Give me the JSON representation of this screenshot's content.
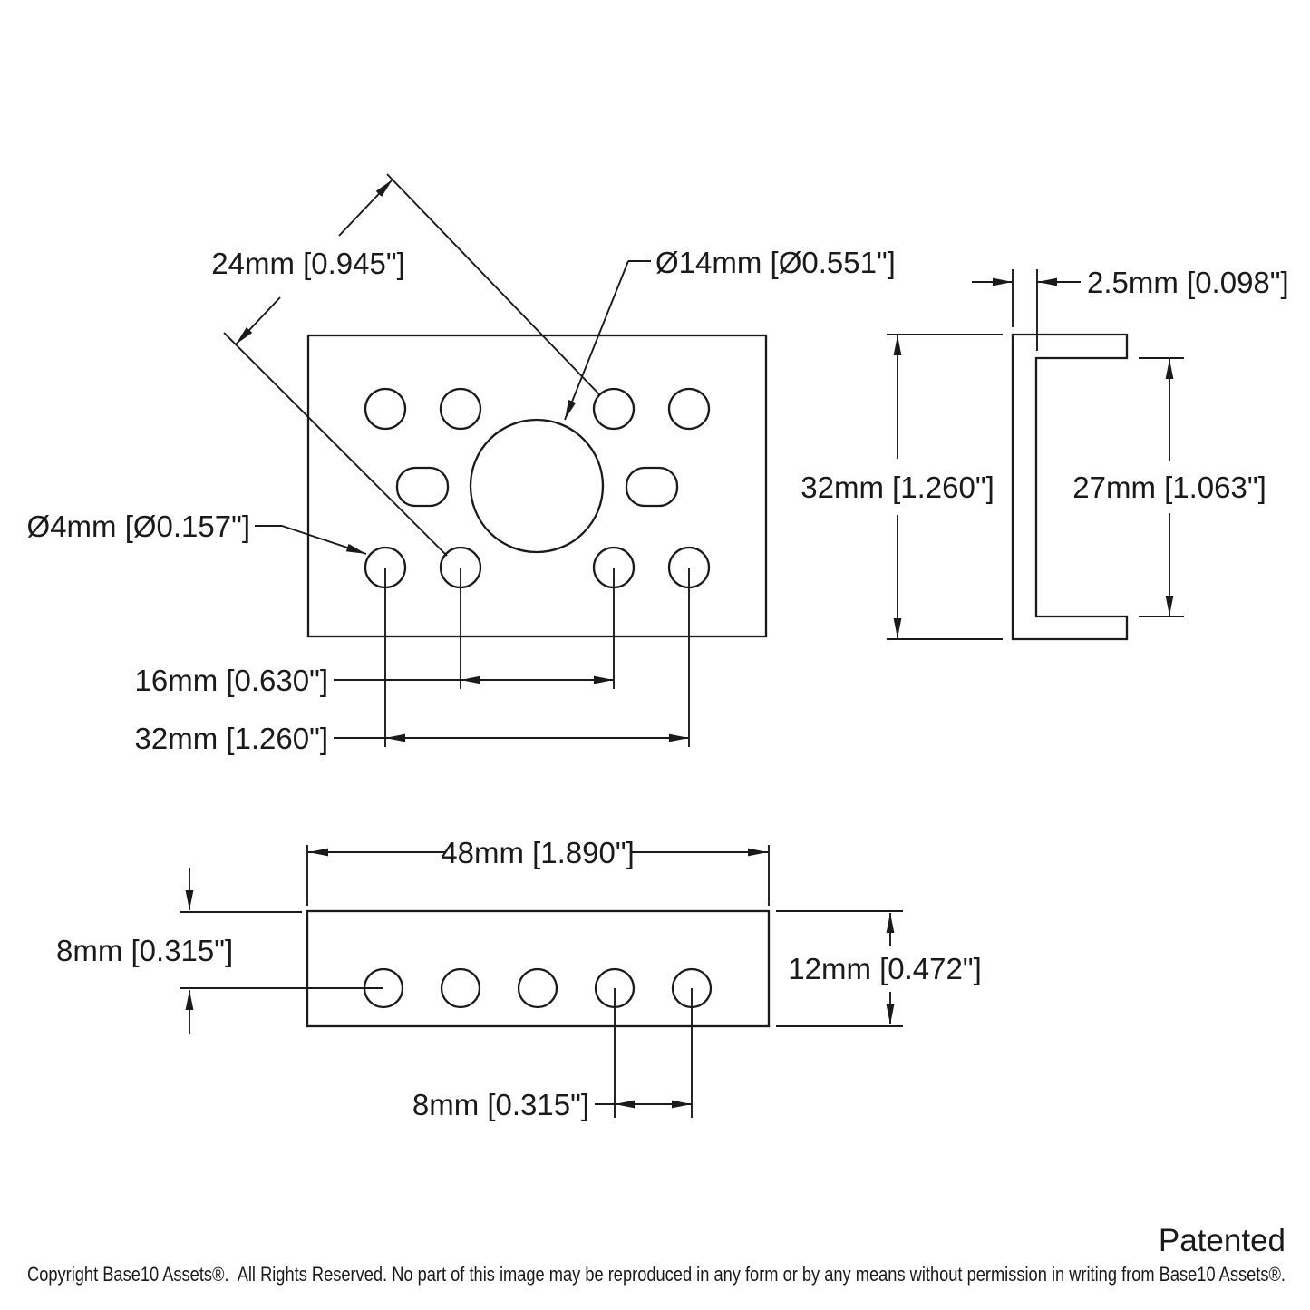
{
  "front": {
    "dim_diagonal": "24mm [0.945\"]",
    "dim_center_bore": "Ø14mm [Ø0.551\"]",
    "dim_small_holes": "Ø4mm [Ø0.157\"]",
    "dim_hole_pitch_inner": "16mm [0.630\"]",
    "dim_hole_pitch_outer": "32mm [1.260\"]"
  },
  "side": {
    "dim_wall_thickness": "2.5mm [0.098\"]",
    "dim_outer_height": "32mm [1.260\"]",
    "dim_inner_height": "27mm [1.063\"]"
  },
  "bottom": {
    "dim_length": "48mm [1.890\"]",
    "dim_edge_to_hole": "8mm [0.315\"]",
    "dim_height": "12mm [0.472\"]",
    "dim_hole_pitch": "8mm [0.315\"]"
  },
  "footer": {
    "patent_label": "Patented",
    "copyright": "Copyright Base10 Assets®.  All Rights Reserved. No part of this image may be reproduced in any form or by any means without permission in writing from Base10 Assets®."
  },
  "colors": {
    "ink": "#1a1a1a",
    "background": "#ffffff"
  }
}
